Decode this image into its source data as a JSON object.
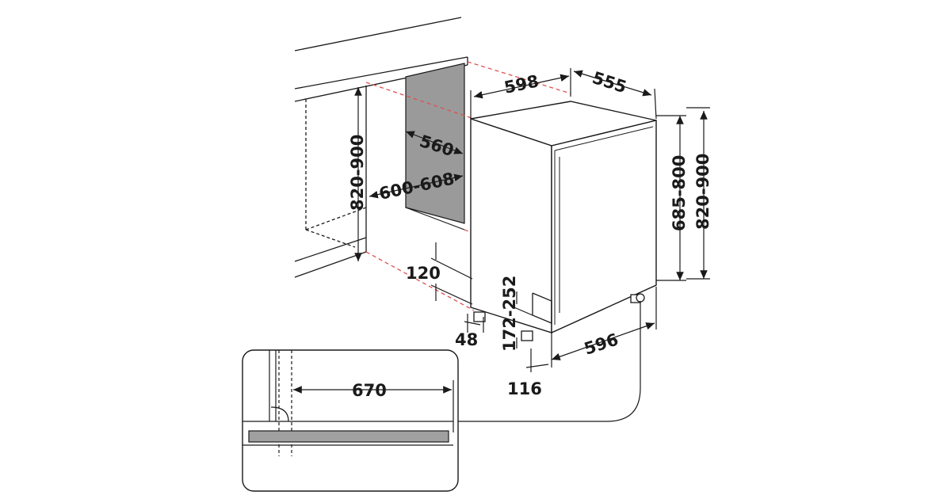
{
  "diagram": {
    "labels": {
      "width_front": "598",
      "depth_top": "555",
      "niche_depth": "560",
      "niche_width": "600-608",
      "niche_height_left": "820-900",
      "body_height": "685-800",
      "total_height_right": "820-900",
      "plinth_height": "120",
      "plinth_setback": "172-252",
      "foot_offset_48": "48",
      "foot_offset_116": "116",
      "door_width": "596",
      "detail_width": "670"
    },
    "colors": {
      "line": "#1a1a1a",
      "niche_fill": "#9a9a9a",
      "dashed_guide": "#e05050",
      "plinth_bar": "#a0a0a0"
    }
  }
}
